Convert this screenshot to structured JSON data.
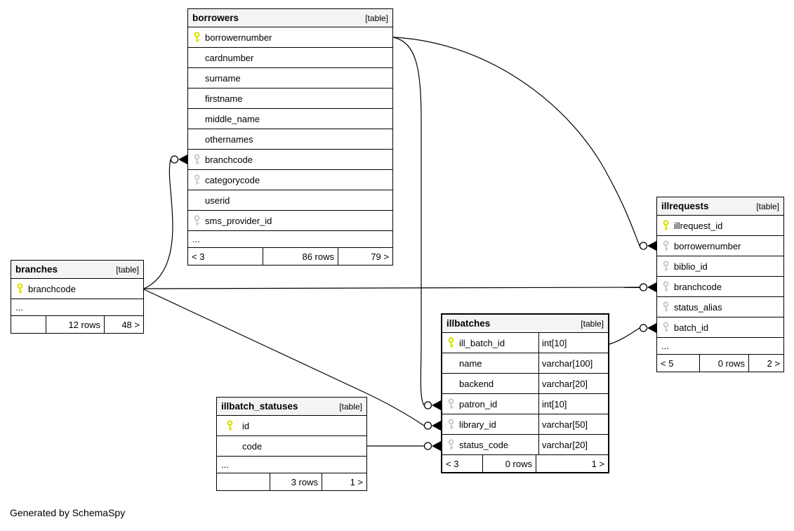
{
  "page": {
    "credit": "Generated by SchemaSpy"
  },
  "colors": {
    "primary_key": "#e0e000",
    "foreign_key": "#cccccc",
    "header_bg": "#f4f4f4",
    "border": "#000000",
    "background": "#ffffff"
  },
  "tables": {
    "borrowers": {
      "title": "borrowers",
      "tag": "[table]",
      "columns": [
        {
          "name": "borrowernumber",
          "key": "primary"
        },
        {
          "name": "cardnumber",
          "key": "none"
        },
        {
          "name": "surname",
          "key": "none"
        },
        {
          "name": "firstname",
          "key": "none"
        },
        {
          "name": "middle_name",
          "key": "none"
        },
        {
          "name": "othernames",
          "key": "none"
        },
        {
          "name": "branchcode",
          "key": "foreign"
        },
        {
          "name": "categorycode",
          "key": "foreign"
        },
        {
          "name": "userid",
          "key": "none"
        },
        {
          "name": "sms_provider_id",
          "key": "foreign"
        }
      ],
      "more": "...",
      "footer": {
        "left": "< 3",
        "center": "86 rows",
        "right": "79 >"
      }
    },
    "branches": {
      "title": "branches",
      "tag": "[table]",
      "columns": [
        {
          "name": "branchcode",
          "key": "primary"
        }
      ],
      "more": "...",
      "footer": {
        "left": "",
        "center": "12 rows",
        "right": "48 >"
      }
    },
    "illrequests": {
      "title": "illrequests",
      "tag": "[table]",
      "columns": [
        {
          "name": "illrequest_id",
          "key": "primary"
        },
        {
          "name": "borrowernumber",
          "key": "foreign"
        },
        {
          "name": "biblio_id",
          "key": "foreign"
        },
        {
          "name": "branchcode",
          "key": "foreign"
        },
        {
          "name": "status_alias",
          "key": "foreign"
        },
        {
          "name": "batch_id",
          "key": "foreign"
        }
      ],
      "more": "...",
      "footer": {
        "left": "< 5",
        "center": "0 rows",
        "right": "2 >"
      }
    },
    "illbatches": {
      "title": "illbatches",
      "tag": "[table]",
      "columns": [
        {
          "name": "ill_batch_id",
          "key": "primary",
          "type": "int[10]"
        },
        {
          "name": "name",
          "key": "none",
          "type": "varchar[100]"
        },
        {
          "name": "backend",
          "key": "none",
          "type": "varchar[20]"
        },
        {
          "name": "patron_id",
          "key": "foreign",
          "type": "int[10]"
        },
        {
          "name": "library_id",
          "key": "foreign",
          "type": "varchar[50]"
        },
        {
          "name": "status_code",
          "key": "foreign",
          "type": "varchar[20]"
        }
      ],
      "footer": {
        "left": "< 3",
        "center": "0 rows",
        "right": "1 >"
      }
    },
    "illbatch_statuses": {
      "title": "illbatch_statuses",
      "tag": "[table]",
      "columns": [
        {
          "name": "id",
          "key": "primary"
        },
        {
          "name": "code",
          "key": "none"
        }
      ],
      "more": "...",
      "footer": {
        "left": "",
        "center": "3 rows",
        "right": "1 >"
      }
    }
  },
  "relationships": [
    {
      "from": "borrowers.borrowernumber",
      "to": "illrequests.borrowernumber"
    },
    {
      "from": "borrowers.borrowernumber",
      "to": "illbatches.patron_id"
    },
    {
      "from": "branches.branchcode",
      "to": "borrowers.branchcode"
    },
    {
      "from": "branches.branchcode",
      "to": "illrequests.branchcode"
    },
    {
      "from": "branches.branchcode",
      "to": "illbatches.library_id"
    },
    {
      "from": "illbatch_statuses.code",
      "to": "illbatches.status_code"
    },
    {
      "from": "illbatches.ill_batch_id",
      "to": "illrequests.batch_id"
    }
  ]
}
